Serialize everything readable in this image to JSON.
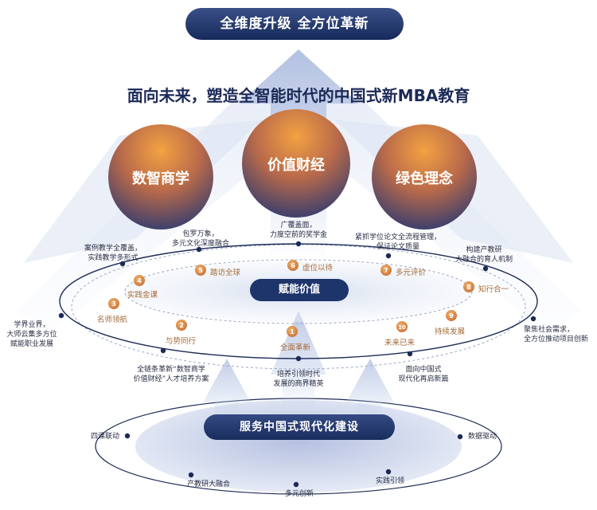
{
  "top_banner": "全维度升级  全方位革新",
  "slogan": "面向未来，塑造全智能时代的中国式新MBA教育",
  "spheres": {
    "left": "数智商学",
    "center": "价值财经",
    "right": "绿色理念"
  },
  "center_label": "赋能价值",
  "base_label": "服务中国式现代化建设",
  "numbered": [
    {
      "num": "1",
      "label": "全面革新"
    },
    {
      "num": "2",
      "label": "与势同行"
    },
    {
      "num": "3",
      "label": "名师领航"
    },
    {
      "num": "4",
      "label": "实践金课"
    },
    {
      "num": "5",
      "label": "踏访全球"
    },
    {
      "num": "6",
      "label": "虚位以待"
    },
    {
      "num": "7",
      "label": "多元评价"
    },
    {
      "num": "8",
      "label": "知行合一"
    },
    {
      "num": "9",
      "label": "持续发展"
    },
    {
      "num": "10",
      "label": "未来已来"
    }
  ],
  "notes": {
    "case_teaching": [
      "案例教学全覆盖，",
      "实践教学多形式"
    ],
    "culture": [
      "包罗万象，",
      "多元文化深度融合"
    ],
    "scholarship": [
      "广覆盖面，",
      "力度空前的奖学金"
    ],
    "thesis": [
      "紧抓学位论文全流程管理，",
      "保证论文质量"
    ],
    "industry": [
      "构建产教研",
      "大融合的育人机制"
    ],
    "mentors": [
      "学界业界，",
      "大师云集多方位",
      "赋能职业发展"
    ],
    "society": [
      "聚焦社会需求，",
      "全方位推动项目创新"
    ],
    "program": [
      "全链条革新“数智商学",
      "价值财经”人才培养方案"
    ],
    "elite": [
      "培养引领时代",
      "发展的商界精英"
    ],
    "chinese": [
      "面向中国式",
      "现代化再启新篇"
    ]
  },
  "base_items": [
    "四课联动",
    "产教研大融合",
    "多元创新",
    "实践引领",
    "数据驱动"
  ],
  "colors": {
    "navy": "#1c2a57",
    "accent": "#d98a3c",
    "sphere_top": "#f0a040",
    "sphere_bottom": "#1f3a7a"
  }
}
